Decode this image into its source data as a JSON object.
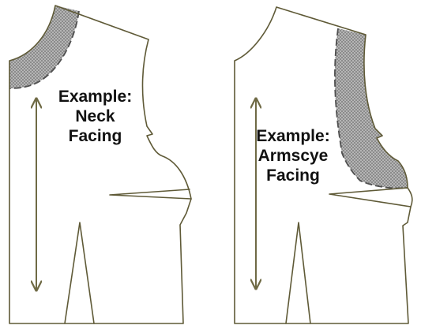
{
  "figures": [
    {
      "id": "neck-facing",
      "label_line1": "Example:",
      "label_line2": "Neck",
      "label_line3": "Facing"
    },
    {
      "id": "armscye-facing",
      "label_line1": "Example:",
      "label_line2": "Armscye",
      "label_line3": "Facing"
    }
  ],
  "colors": {
    "outline": "#5f5a37",
    "facing_fill": "#a9a9a9",
    "facing_edge": "#4f4f4f",
    "label_text": "#111111"
  },
  "icons": {
    "grainline": "double-headed-arrow"
  }
}
